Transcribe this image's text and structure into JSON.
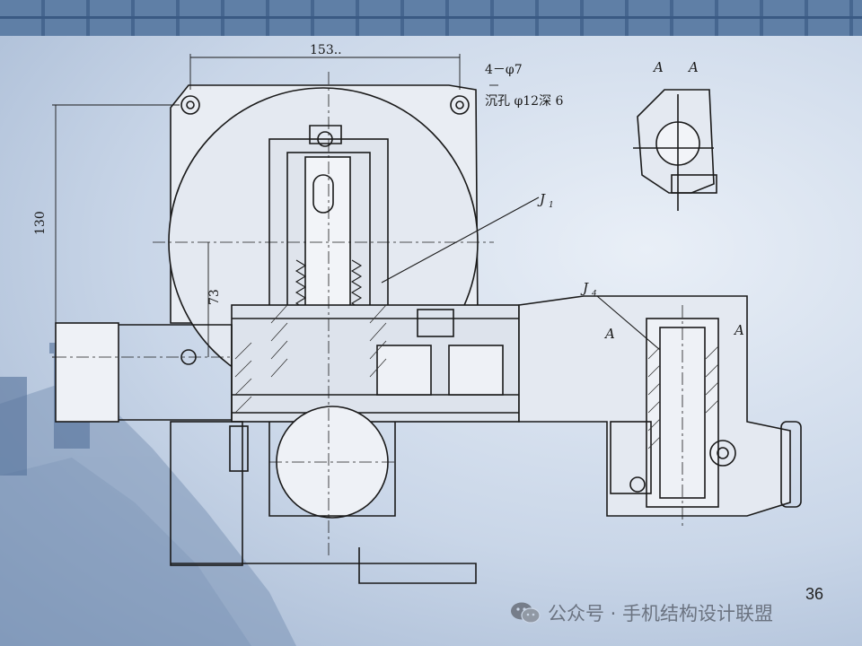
{
  "drawing": {
    "dim_width": "153..",
    "dim_height": "130",
    "dim_inner": "73",
    "note_holes": "4－φ7",
    "note_counterbore": "沉孔 φ12深 6",
    "section_mark_left": "A",
    "section_mark_right": "A",
    "section_view_title_1": "A",
    "section_view_title_2": "A",
    "label_j1": "J",
    "label_j1_sub": "1",
    "label_j4": "J",
    "label_j4_sub": "4"
  },
  "page_number": "36",
  "watermark": {
    "text": "公众号 · 手机结构设计联盟",
    "icon": "wechat-icon"
  }
}
